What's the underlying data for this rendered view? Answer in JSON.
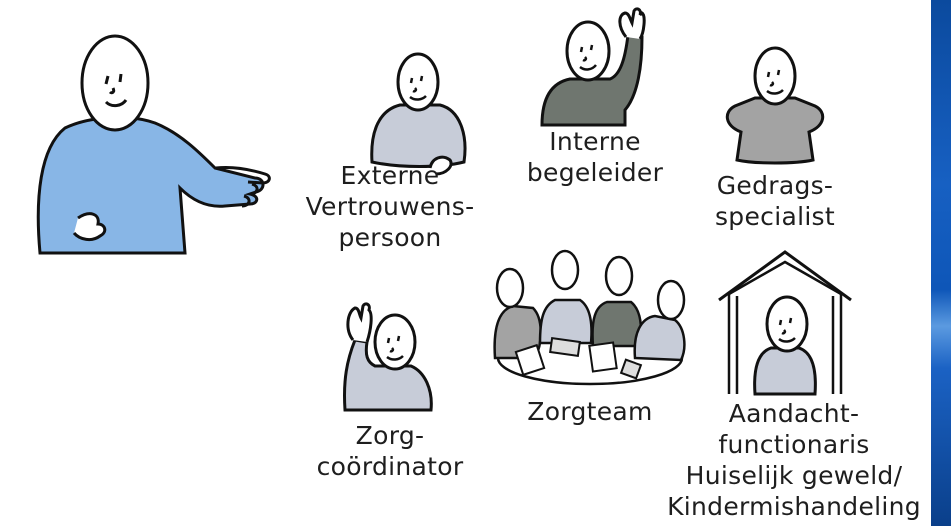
{
  "people": [
    {
      "id": "externe-vertrouwenspersoon",
      "lines": [
        "Externe",
        "Vertrouwens-",
        "persoon"
      ]
    },
    {
      "id": "interne-begeleider",
      "lines": [
        "Interne",
        "begeleider"
      ]
    },
    {
      "id": "gedragsspecialist",
      "lines": [
        "Gedrags-",
        "specialist"
      ]
    },
    {
      "id": "zorgcoordinator",
      "lines": [
        "Zorg-",
        "coördinator"
      ]
    },
    {
      "id": "zorgteam",
      "lines": [
        "Zorgteam"
      ]
    },
    {
      "id": "aandachtfunctionaris",
      "lines": [
        "Aandacht-",
        "functionaris",
        "Huiselijk geweld/",
        "Kindermishandeling"
      ]
    }
  ],
  "colors": {
    "blue_shirt": "#88b6e6",
    "grey_light": "#c7ccd8",
    "grey_dark": "#6f766f",
    "grey_mid": "#a3a3a3",
    "sidebar": "#0e56b8"
  }
}
